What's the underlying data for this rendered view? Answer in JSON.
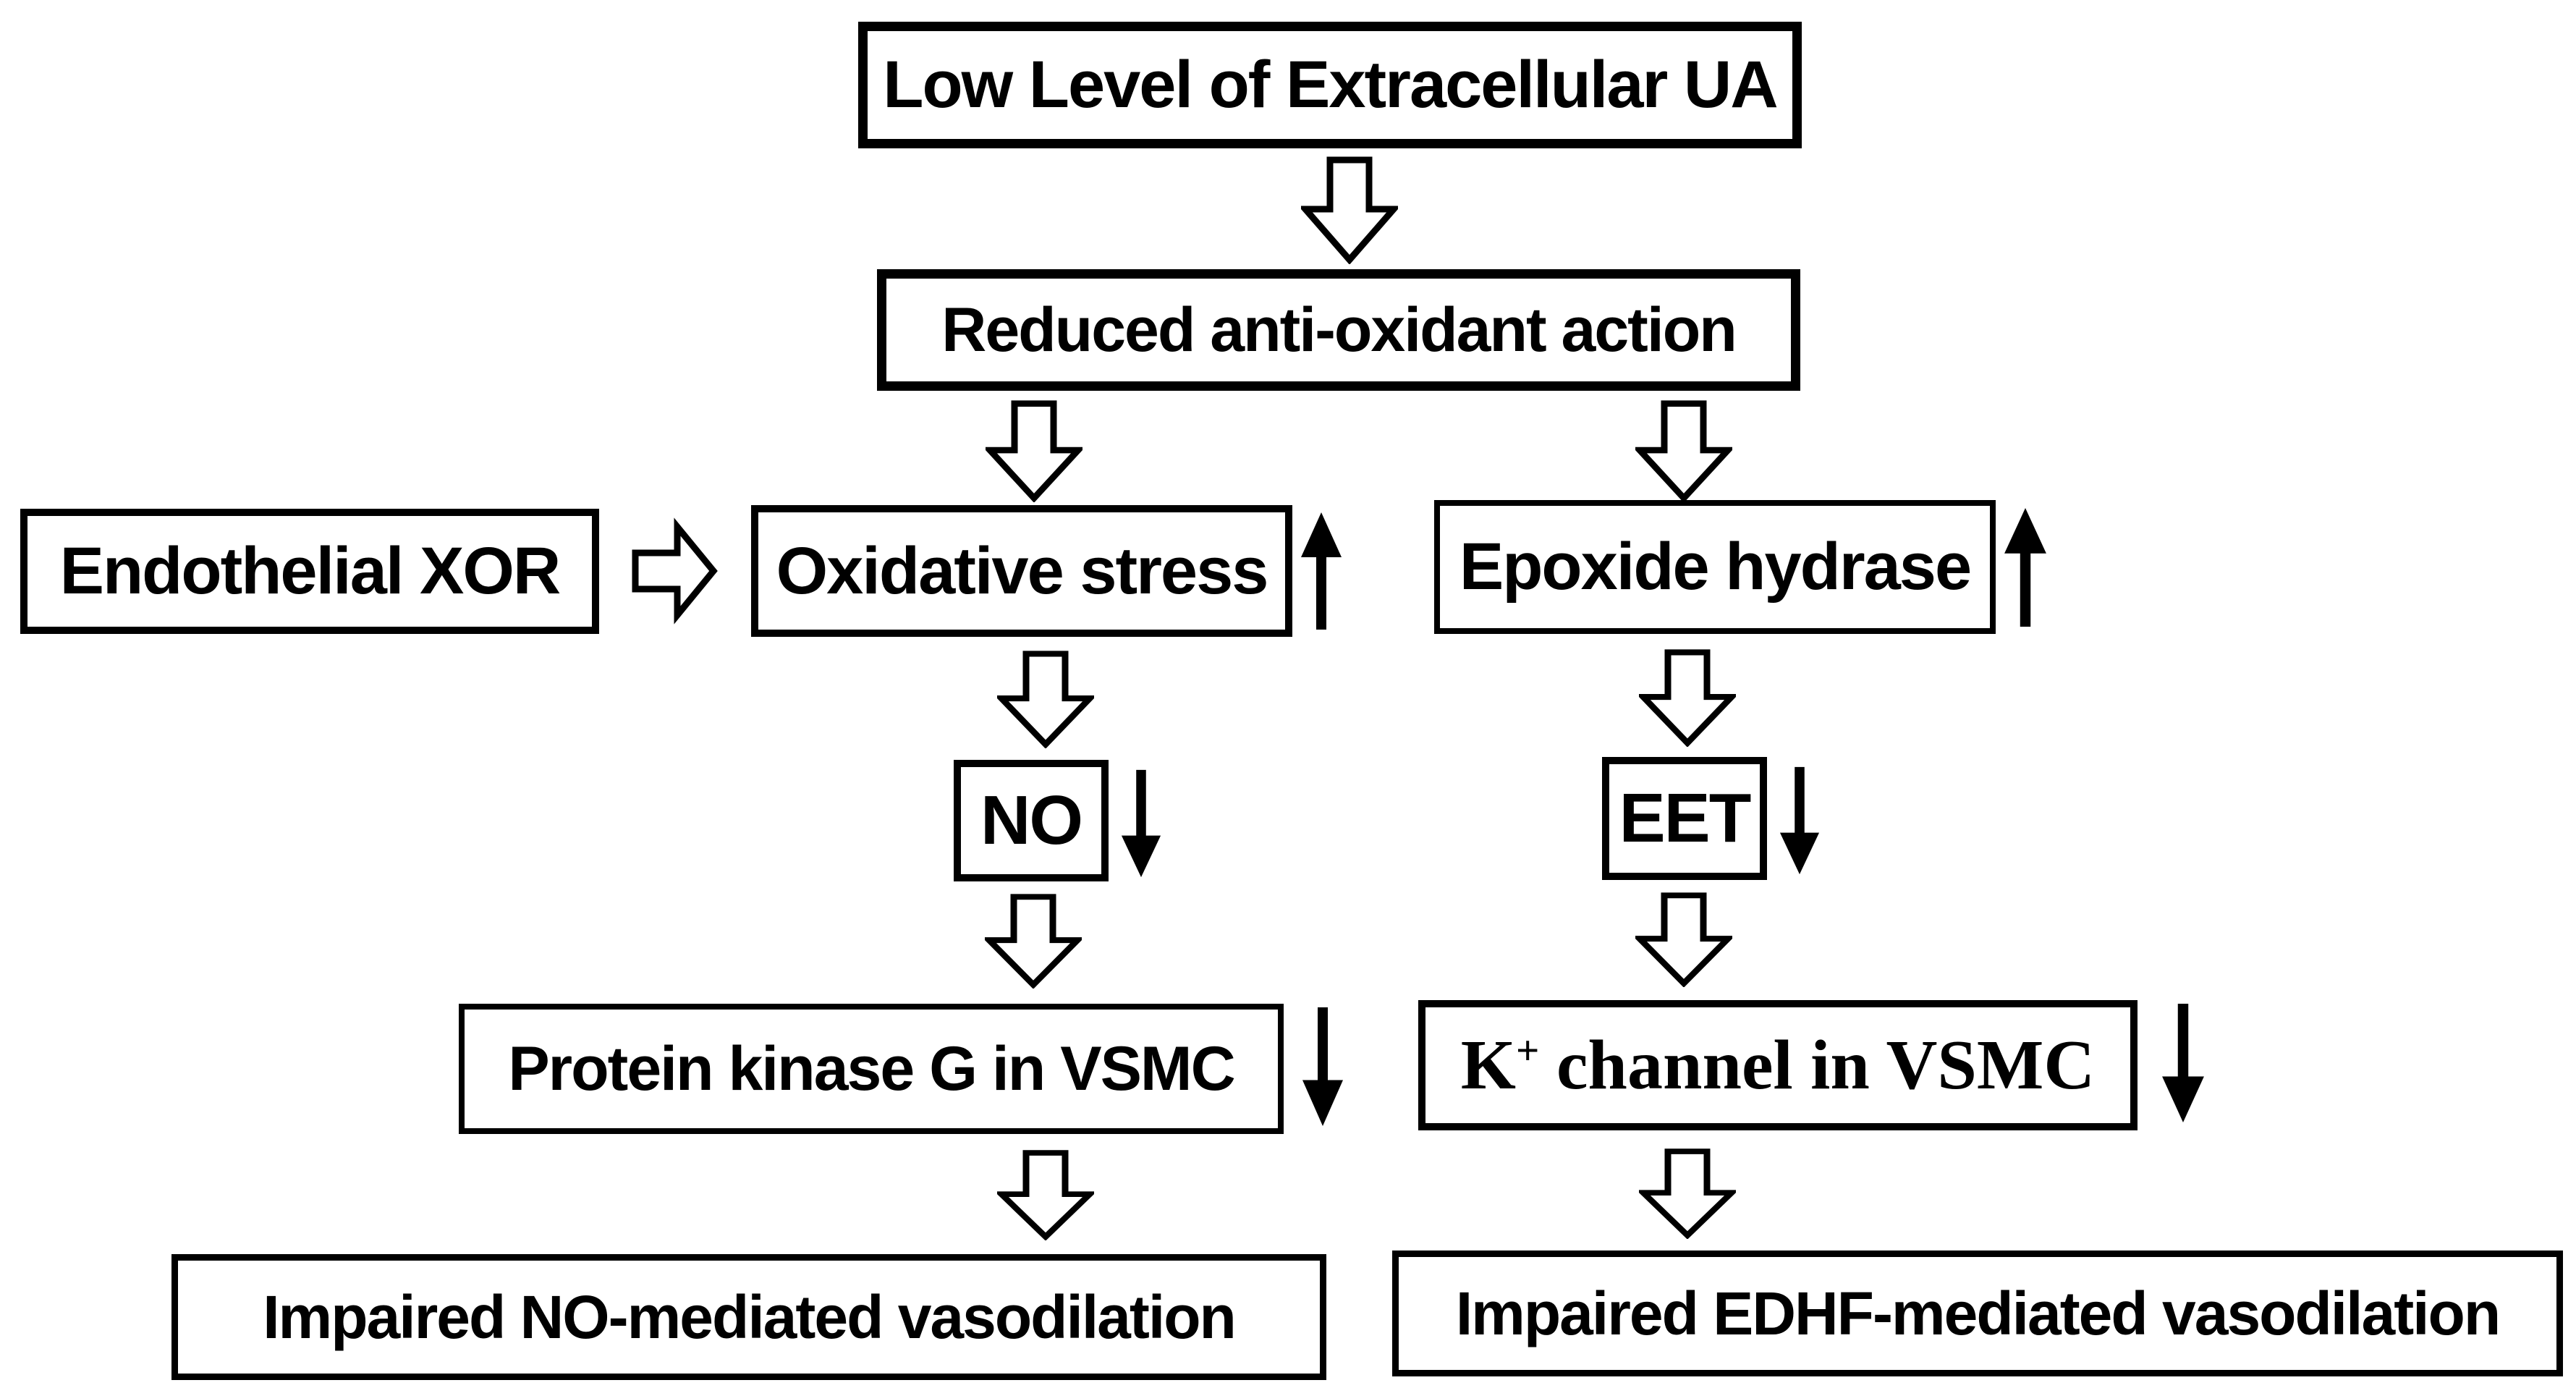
{
  "figure": {
    "background_color": "#ffffff",
    "line_color": "#000000",
    "nodes": {
      "low_ua": "Low Level of Extracellular UA",
      "reduced_antioxidant": "Reduced anti-oxidant action",
      "endothelial_xor": "Endothelial XOR",
      "oxidative_stress": "Oxidative stress",
      "epoxide_hydrase": "Epoxide hydrase",
      "nitric_oxide": "NO",
      "eet": "EET",
      "protein_kinase_g": "Protein kinase G in VSMC",
      "k_channel_base": "K",
      "k_channel_sup": "+",
      "k_channel_rest": "channel in VSMC",
      "impaired_no": "Impaired NO-mediated vasodilation",
      "impaired_edhf": "Impaired EDHF-mediated vasodilation"
    },
    "icons": {
      "flow_arrow_down": "⇩",
      "flow_arrow_right": "⇨",
      "increase_arrow": "↑",
      "decrease_arrow": "↓"
    }
  }
}
